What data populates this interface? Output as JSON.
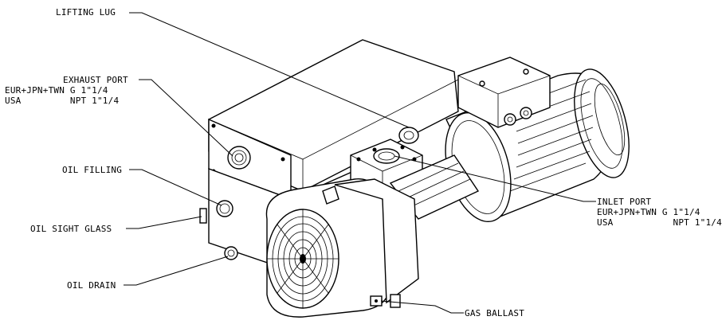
{
  "labels": {
    "lifting_lug": "LIFTING LUG",
    "exhaust_port": {
      "title": "EXHAUST PORT",
      "eur": "EUR+JPN+TWN G 1\"1/4",
      "usa": "USA         NPT 1\"1/4"
    },
    "oil_filling": "OIL FILLING",
    "oil_sight_glass": "OIL SIGHT GLASS",
    "oil_drain": "OIL DRAIN",
    "inlet_port": {
      "title": "INLET PORT",
      "eur": "EUR+JPN+TWN G 1\"1/4",
      "usa": "USA           NPT 1\"1/4"
    },
    "gas_ballast": "GAS BALLAST"
  }
}
